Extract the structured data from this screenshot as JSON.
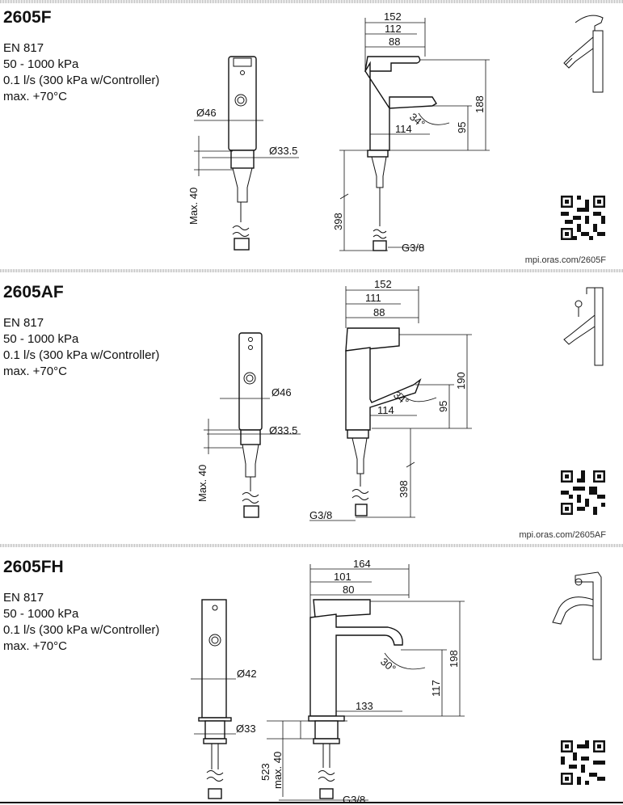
{
  "sections": [
    {
      "model": "2605F",
      "specs": [
        "EN 817",
        "50 - 1000 kPa",
        "0.1 l/s (300 kPa w/Controller)",
        "max. +70°C"
      ],
      "url": "mpi.oras.com/2605F",
      "dims": {
        "d_body": "Ø46",
        "d_base": "Ø33.5",
        "max_depth": "Max. 40",
        "w_total": "152",
        "w_mid": "112",
        "w_spout": "88",
        "h_total": "188",
        "h_spout": "95",
        "reach": "114",
        "angle": "34°",
        "hose": "398",
        "thread": "G3/8"
      }
    },
    {
      "model": "2605AF",
      "specs": [
        "EN 817",
        "50 - 1000 kPa",
        "0.1 l/s (300 kPa w/Controller)",
        "max. +70°C"
      ],
      "url": "mpi.oras.com/2605AF",
      "dims": {
        "d_body": "Ø46",
        "d_base": "Ø33.5",
        "max_depth": "Max. 40",
        "w_total": "152",
        "w_mid": "111",
        "w_spout": "88",
        "h_total": "190",
        "h_spout": "95",
        "reach": "114",
        "angle": "34°",
        "hose": "398",
        "thread": "G3/8"
      }
    },
    {
      "model": "2605FH",
      "specs": [
        "EN 817",
        "50 - 1000 kPa",
        "0.1 l/s (300 kPa w/Controller)",
        "max. +70°C"
      ],
      "url": "",
      "dims": {
        "d_body": "Ø42",
        "d_base": "Ø33",
        "max_depth": "max. 40",
        "w_total": "164",
        "w_mid": "101",
        "w_spout": "80",
        "h_total": "198",
        "h_spout": "117",
        "reach": "133",
        "angle": "30°",
        "hose": "523",
        "thread": "G3/8"
      }
    }
  ]
}
